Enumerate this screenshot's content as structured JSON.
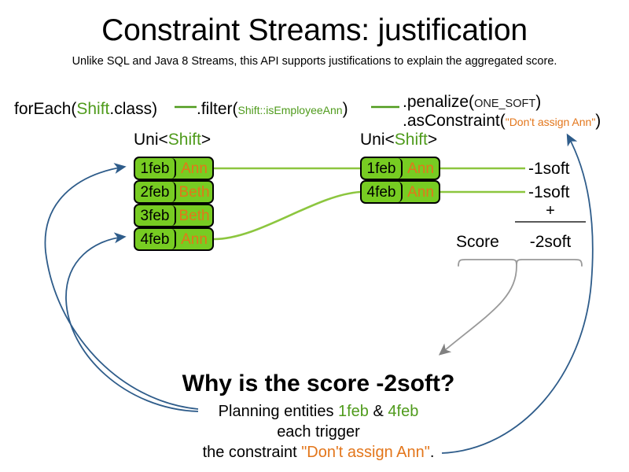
{
  "slide": {
    "title": "Constraint Streams: justification",
    "subtitle": "Unlike SQL and Java 8 Streams, this API supports justifications to explain the aggregated score."
  },
  "colors": {
    "green_text": "#4f9b1c",
    "orange_text": "#e3761b",
    "card_fill": "#77cc22",
    "card_border": "#000000",
    "connector_green": "#8cc63f",
    "arrow_blue": "#2e5c8a",
    "brace_gray": "#808080"
  },
  "pipeline": {
    "step_foreach": {
      "call": "forEach(",
      "arg_type": "Shift",
      "arg_rest": ".class)"
    },
    "step_filter": {
      "call": ".filter(",
      "arg": "Shift::isEmployeeAnn",
      "close": ")"
    },
    "step_penalize": {
      "call": ".penalize(",
      "arg": "ONE_SOFT",
      "close": ")"
    },
    "step_asconstraint": {
      "call": ".asConstraint(",
      "arg": "\"Don't assign Ann\"",
      "close": ")"
    }
  },
  "stream_labels": {
    "left": {
      "prefix": "Uni<",
      "type": "Shift",
      "suffix": ">"
    },
    "right": {
      "prefix": "Uni<",
      "type": "Shift",
      "suffix": ">"
    }
  },
  "left_stream": {
    "rows": [
      {
        "date": "1feb",
        "employee": "Ann"
      },
      {
        "date": "2feb",
        "employee": "Beth"
      },
      {
        "date": "3feb",
        "employee": "Beth"
      },
      {
        "date": "4feb",
        "employee": "Ann"
      }
    ]
  },
  "right_stream": {
    "rows": [
      {
        "date": "1feb",
        "employee": "Ann"
      },
      {
        "date": "4feb",
        "employee": "Ann"
      }
    ]
  },
  "score_panel": {
    "penalties": [
      "-1soft",
      "-1soft"
    ],
    "operator": "+",
    "label": "Score",
    "total": "-2soft"
  },
  "explanation": {
    "heading": "Why is the score -2soft?",
    "line1_pre": "Planning entities ",
    "line1_entity_a": "1feb",
    "line1_amp": " & ",
    "line1_entity_b": "4feb",
    "line2": "each trigger",
    "line3_pre": "the constraint ",
    "line3_constraint": "\"Don't assign Ann\"",
    "line3_post": "."
  }
}
